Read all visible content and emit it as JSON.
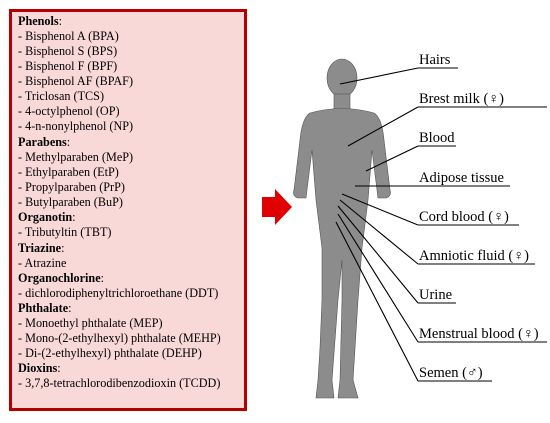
{
  "groups": [
    {
      "heading": "Phenols",
      "suffix": ":",
      "items": [
        "- Bisphenol A (BPA)",
        "- Bisphenol S (BPS)",
        "- Bisphenol F (BPF)",
        "- Bisphenol AF (BPAF)",
        "- Triclosan (TCS)",
        "- 4-octylphenol (OP)",
        "- 4-n-nonylphenol (NP)"
      ]
    },
    {
      "heading": "Parabens",
      "suffix": ":",
      "items": [
        "- Methylparaben (MeP)",
        "- Ethylparaben (EtP)",
        "- Propylparaben (PrP)",
        "- Butylparaben (BuP)"
      ]
    },
    {
      "heading": "Organotin",
      "suffix": ":",
      "items": [
        "- Tributyltin (TBT)"
      ]
    },
    {
      "heading": "Triazine",
      "suffix": ":",
      "items": [
        "- Atrazine"
      ]
    },
    {
      "heading": "Organochlorine",
      "suffix": ":",
      "items": [
        "- dichlorodiphenyltrichloroethane (DDT)"
      ]
    },
    {
      "heading": "Phthalate",
      "suffix": ":",
      "items": [
        "- Monoethyl phthalate (MEP)",
        "- Mono-(2-ethylhexyl) phthalate (MEHP)",
        "- Di-(2-ethylhexyl) phthalate (DEHP)"
      ]
    },
    {
      "heading": "Dioxins",
      "suffix": ":",
      "items": [
        "- 3,7,8-tetrachlorodibenzodioxin (TCDD)"
      ]
    }
  ],
  "body_labels": [
    "Hairs",
    "Brest milk (♀)",
    "Blood",
    "Adipose tissue",
    "Cord blood (♀)",
    "Amniotic fluid (♀)",
    "Urine",
    "Menstrual blood (♀)",
    "Semen (♂)"
  ],
  "colors": {
    "panel_fill": "#f9d8d8",
    "panel_border": "#b30000",
    "arrow": "#e00000",
    "silhouette": "#8c8c8c"
  }
}
